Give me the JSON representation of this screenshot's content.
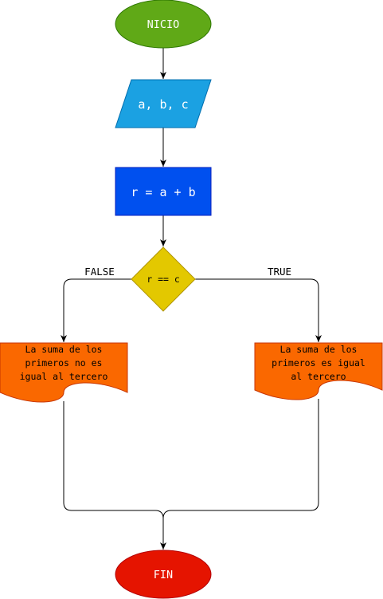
{
  "diagram": {
    "nodes": {
      "start": {
        "label": "NICIO",
        "shape": "ellipse",
        "fill": "#60a917",
        "stroke": "#2d7600"
      },
      "input": {
        "label": "a, b, c",
        "shape": "parallelogram",
        "fill": "#1ba1e2",
        "stroke": "#006eaf"
      },
      "process": {
        "label": "r = a + b",
        "shape": "rectangle",
        "fill": "#0050ef",
        "stroke": "#001dbc"
      },
      "decision": {
        "label": "r == c",
        "shape": "diamond",
        "fill": "#e3c800",
        "stroke": "#b09500"
      },
      "output_false": {
        "lines": [
          "La suma de los",
          "primeros no es",
          "igual al tercero"
        ],
        "shape": "document",
        "fill": "#fa6800",
        "stroke": "#c73500"
      },
      "output_true": {
        "lines": [
          "La suma de los",
          "primeros es igual",
          "al tercero"
        ],
        "shape": "document",
        "fill": "#fa6800",
        "stroke": "#c73500"
      },
      "end": {
        "label": "FIN",
        "shape": "ellipse",
        "fill": "#e51400",
        "stroke": "#b20000"
      }
    },
    "edges": {
      "false_label": "FALSE",
      "true_label": "TRUE"
    }
  }
}
